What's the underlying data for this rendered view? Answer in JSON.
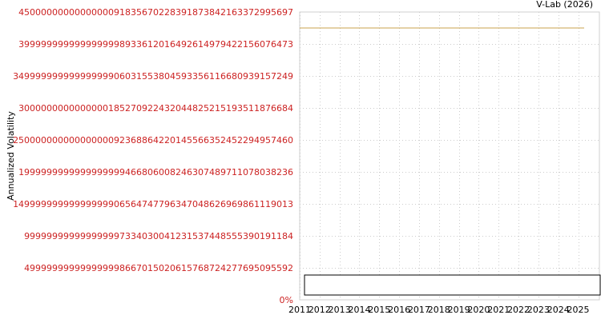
{
  "chart_data": {
    "type": "line",
    "title": "",
    "credit": "V-Lab (2026)",
    "xlabel": "",
    "ylabel": "Annualized Volatility",
    "x_ticks": [
      "2011",
      "2012",
      "2013",
      "2014",
      "2015",
      "2016",
      "2017",
      "2018",
      "2019",
      "2020",
      "2021",
      "2022",
      "2023",
      "2024",
      "2025"
    ],
    "xlim": [
      2011,
      2025.3
    ],
    "y_ticks": [
      "0%",
      "4999999999999999986670150206157687242776950955​92",
      "9999999999999999973340300412315374485553901911​84",
      "14999999999999999906564747796347048626969861119013",
      "19999999999999999994668060082463074897110780382​36",
      "25000000000000000092368864220145566352452294957460",
      "30000000000000001852709224320448252151935118766​84",
      "34999999999999999906031553804593356116680939157249",
      "39999999999999999989336120164926149794221560764​73",
      "45000000000000000918356702283918738421633729956​97"
    ],
    "ylim": [
      0,
      45
    ],
    "grid": true,
    "series": [
      {
        "color": "#c9a34e",
        "x": [
          2011,
          2025.3
        ],
        "y": [
          42.5,
          42.5
        ]
      }
    ],
    "legend": {
      "placement": "bottom",
      "entries": []
    }
  }
}
